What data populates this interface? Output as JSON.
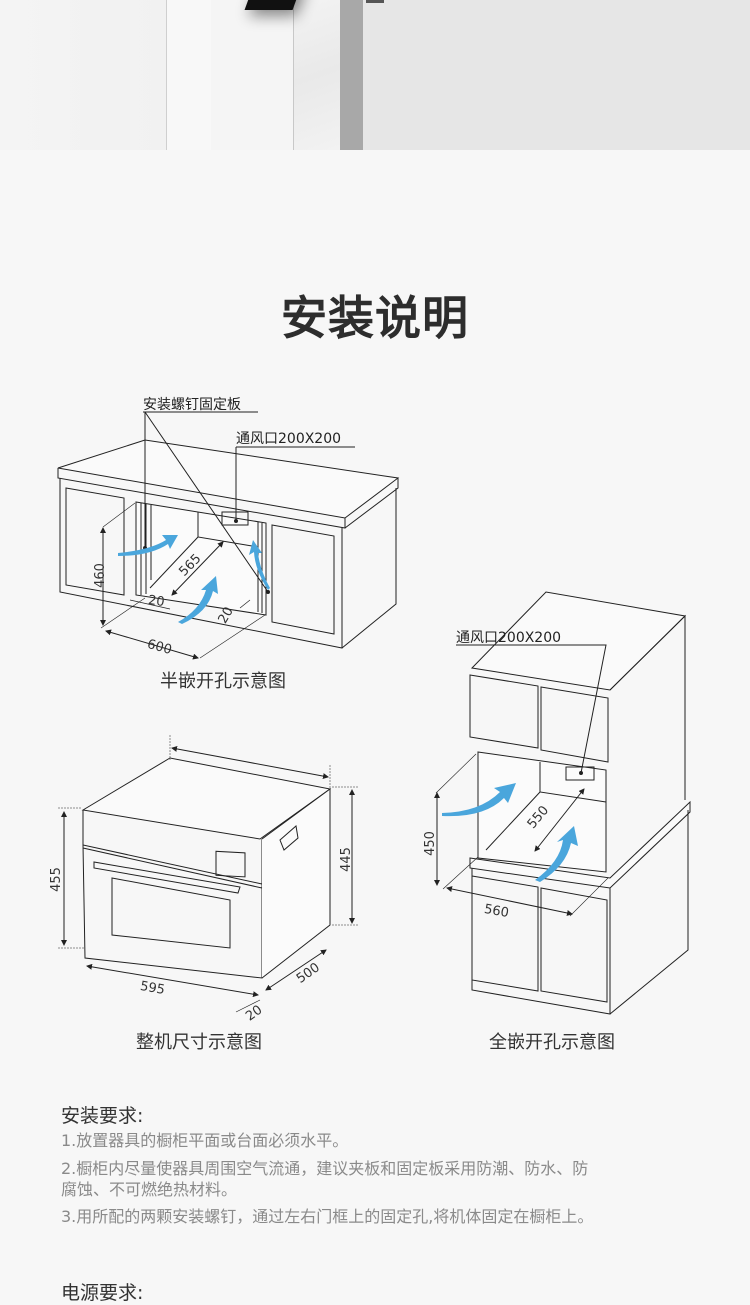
{
  "page": {
    "title": "安装说明"
  },
  "diagrams": {
    "semi_embedded": {
      "caption": "半嵌开孔示意图",
      "label_screw_plate": "安装螺钉固定板",
      "label_vent": "通风口200X200",
      "dims": {
        "height": "460",
        "depth": "565",
        "width": "600",
        "gap_left": "20",
        "gap_right": "20"
      }
    },
    "overall": {
      "caption": "整机尺寸示意图",
      "dims": {
        "front_height": "455",
        "body_height": "445",
        "width": "595",
        "depth": "500",
        "door_thickness": "20"
      }
    },
    "full_embedded": {
      "caption": "全嵌开孔示意图",
      "label_vent": "通风口200X200",
      "dims": {
        "height": "450",
        "depth": "550",
        "width": "560"
      }
    }
  },
  "install_requirements": {
    "title": "安装要求:",
    "items": [
      "1.放置器具的橱柜平面或台面必须水平。",
      "2.橱柜内尽量使器具周围空气流通，建议夹板和固定板采用防潮、防水、防腐蚀、不可燃绝热材料。",
      "3.用所配的两颗安装螺钉，通过左右门框上的固定孔,将机体固定在橱柜上。"
    ]
  },
  "power_requirements": {
    "title": "电源要求:"
  },
  "colors": {
    "airflow_arrow": "#4aa6dc",
    "line": "#222222",
    "background": "#f7f7f7"
  }
}
